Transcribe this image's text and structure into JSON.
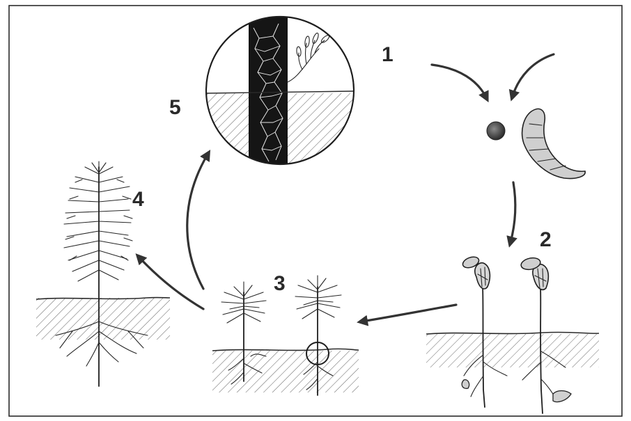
{
  "diagram": {
    "steps": [
      {
        "id": "1",
        "label": "1"
      },
      {
        "id": "2",
        "label": "2"
      },
      {
        "id": "3",
        "label": "3"
      },
      {
        "id": "4",
        "label": "4"
      },
      {
        "id": "5",
        "label": "5"
      }
    ]
  }
}
